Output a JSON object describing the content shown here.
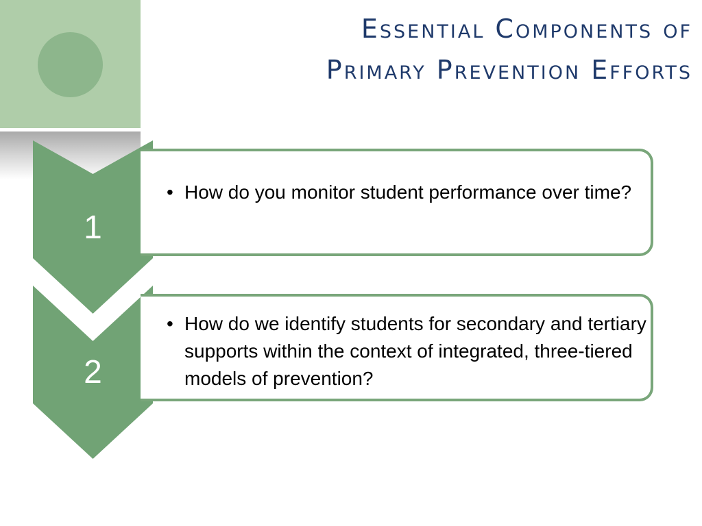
{
  "title": {
    "line1": "Essential Components of",
    "line2": "Primary Prevention Efforts"
  },
  "colors": {
    "title_text": "#1f3a6b",
    "accent_green": "#71a375",
    "light_green": "#afcda9",
    "circle_green": "#8db68c",
    "box_border": "#79a67a"
  },
  "icons": {
    "bullet": "bullet-dot-icon"
  },
  "steps": [
    {
      "number": "1",
      "bullet": "•",
      "text": "How do you monitor student performance over time?"
    },
    {
      "number": "2",
      "bullet": "•",
      "text": "How do we identify students for secondary and tertiary supports within the context of integrated, three-tiered models of prevention?"
    }
  ]
}
